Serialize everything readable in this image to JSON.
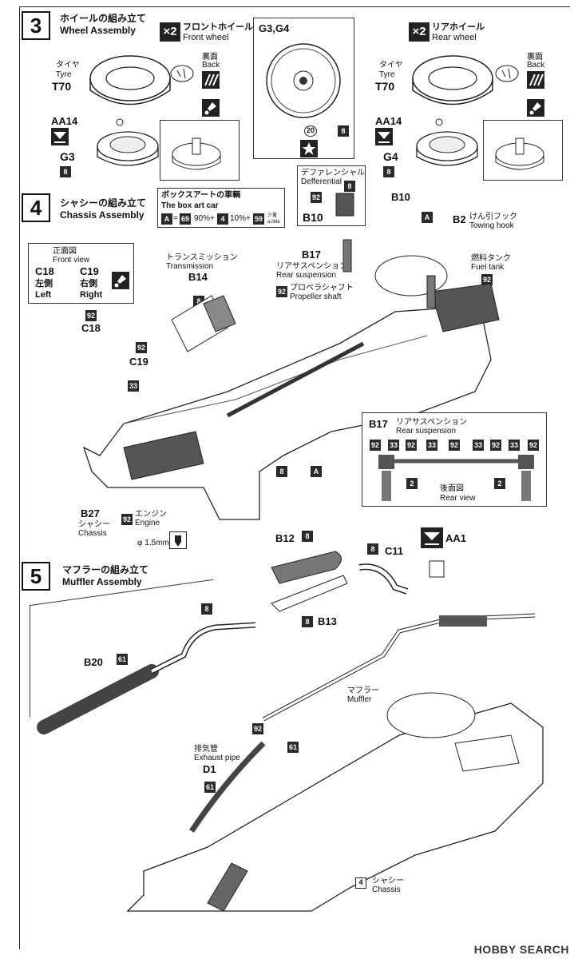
{
  "step3": {
    "number": "3",
    "title_ja": "ホイールの組み立て",
    "title_en": "Wheel Assembly",
    "front": {
      "mult": "×2",
      "ja": "フロントホイール",
      "en": "Front wheel"
    },
    "rear": {
      "mult": "×2",
      "ja": "リアホイール",
      "en": "Rear wheel"
    },
    "tyre_ja": "タイヤ",
    "tyre_en": "Tyre",
    "tyre_part": "T70",
    "back_ja": "裏面",
    "back_en": "Back",
    "aa14": "AA14",
    "g3": "G3",
    "g4": "G4",
    "g3g4": "G3,G4",
    "c8": "8",
    "c20": "20"
  },
  "diff": {
    "ja": "デファレンシャル",
    "en": "Defferential",
    "part": "B10",
    "c92": "92",
    "c8": "8"
  },
  "boxart": {
    "title_ja": "ボックスアートの車輌",
    "title_en": "The box art car",
    "a": "A",
    "eq": "=",
    "c69": "69",
    "p90": "90%+",
    "c4": "4",
    "p10": "10%+",
    "c59": "59",
    "little_ja": "少量",
    "little_en": "a little"
  },
  "step4": {
    "number": "4",
    "title_ja": "シャシーの組み立て",
    "title_en": "Chassis Assembly",
    "front_view_ja": "正面図",
    "front_view_en": "Front view",
    "c18": "C18",
    "c19": "C19",
    "left_ja": "左側",
    "right_ja": "右側",
    "left_en": "Left",
    "right_en": "Right",
    "c92": "92",
    "c33": "33",
    "c8": "8",
    "trans_ja": "トランスミッション",
    "trans_en": "Transmission",
    "b14": "B14",
    "b17": "B17",
    "rear_susp_ja": "リアサスペンション",
    "rear_susp_en": "Rear suspension",
    "prop_ja": "プロペラシャフト",
    "prop_en": "Propeller shaft",
    "b10": "B10",
    "a": "A",
    "b2": "B2",
    "hook_ja": "けん引フック",
    "hook_en": "Towing hook",
    "tank_ja": "燃料タンク",
    "tank_en": "Fuel tank",
    "b27": "B27",
    "chassis_ja": "シャシー",
    "chassis_en": "Chassis",
    "engine_ja": "エンジン",
    "engine_en": "Engine",
    "drill": "φ 1.5mm",
    "susp_box": {
      "title_b17": "B17",
      "title_ja": "リアサスペンション",
      "title_en": "Rear suspension",
      "rear_view_ja": "後面図",
      "rear_view_en": "Rear view",
      "c92": "92",
      "c33": "33",
      "c2": "2"
    }
  },
  "step5": {
    "number": "5",
    "title_ja": "マフラーの組み立て",
    "title_en": "Muffler Assembly",
    "b12": "B12",
    "b13": "B13",
    "c11": "C11",
    "aa1": "AA1",
    "b20": "B20",
    "c8": "8",
    "c61": "61",
    "c92": "92",
    "c4": "4",
    "muffler_ja": "マフラー",
    "muffler_en": "Muffler",
    "exhaust_ja": "排気管",
    "exhaust_en": "Exhaust pipe",
    "d1": "D1",
    "chassis_ja": "シャシー",
    "chassis_en": "Chassis"
  },
  "footer": {
    "logo": "HOBBY SEARCH"
  }
}
